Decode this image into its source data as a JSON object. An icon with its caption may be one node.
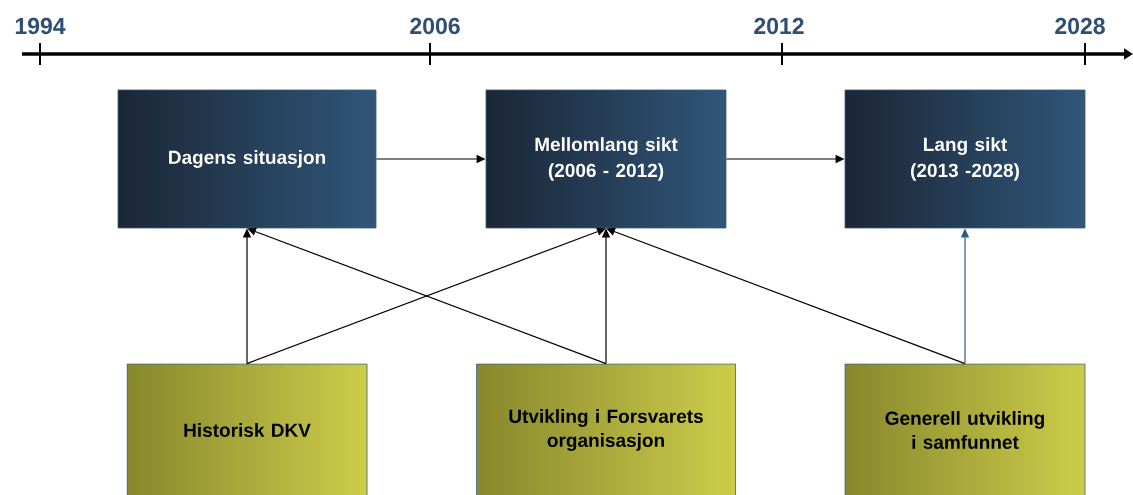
{
  "diagram": {
    "nodes": [
      {
        "text": [
          "Dagens situasjon"
        ]
      },
      {
        "text": [
          "Mellomlang sikt",
          "(2006 - 2012)"
        ]
      },
      {
        "text": [
          "Lang sikt",
          "(2013 -2028)"
        ]
      },
      {
        "text": [
          "Historisk DKV"
        ]
      },
      {
        "text": [
          "Utvikling i Forsvarets organisasjon"
        ]
      },
      {
        "text": [
          "Generell utvikling i samfunnet"
        ]
      }
    ],
    "edges": [
      {
        "from": 0,
        "to": 1,
        "arrow": "to"
      },
      {
        "from": 1,
        "to": 2,
        "arrow": "to"
      },
      {
        "from": 3,
        "to": 0,
        "arrow": "to"
      },
      {
        "from": 3,
        "to": 1,
        "arrow": "to"
      },
      {
        "from": 4,
        "to": 0,
        "arrow": "to"
      },
      {
        "from": 4,
        "to": 1,
        "arrow": "to"
      },
      {
        "from": 5,
        "to": 1,
        "arrow": "to"
      },
      {
        "from": 5,
        "to": 2,
        "arrow": "to",
        "color": "#2f5a80"
      }
    ],
    "labels": [
      "1994",
      "2006",
      "2012",
      "2028"
    ]
  }
}
